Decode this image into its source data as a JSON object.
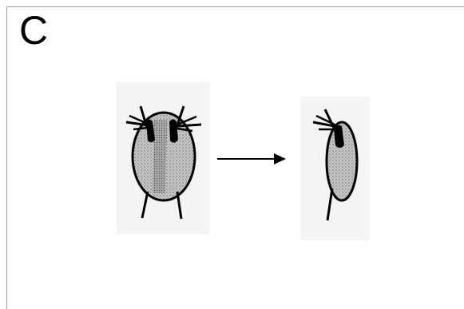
{
  "panel": {
    "label": "C"
  },
  "colors": {
    "ink": "#000000",
    "fill_shade": "#bdbdbd",
    "frame": "#9a9a9a",
    "image_background": "#f6f6f6"
  },
  "figures": [
    {
      "name": "bilateral-organism",
      "icon": "bilateral-organism-icon"
    },
    {
      "name": "transition-arrow",
      "icon": "right-arrow-icon"
    },
    {
      "name": "unilateral-organism",
      "icon": "unilateral-organism-icon"
    }
  ]
}
